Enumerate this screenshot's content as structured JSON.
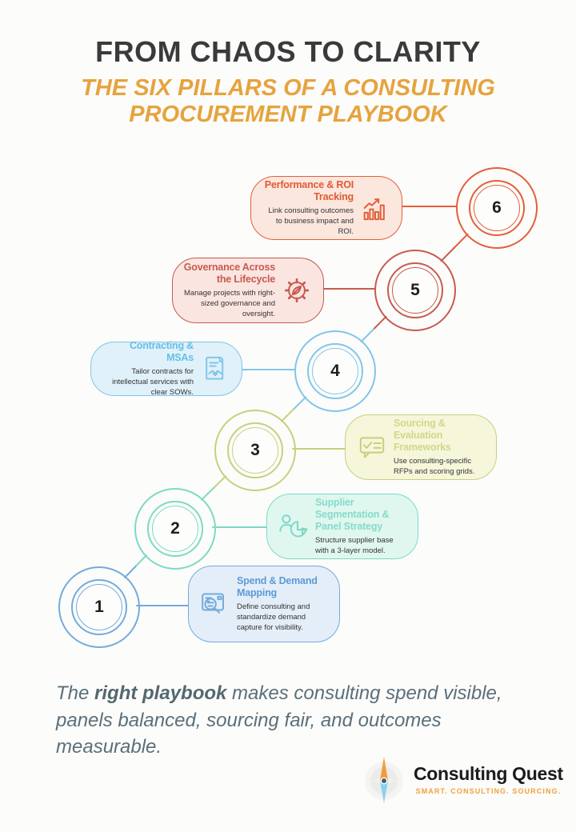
{
  "header": {
    "title": "FROM CHAOS TO CLARITY",
    "subtitle_line1": "THE SIX PILLARS OF A CONSULTING",
    "subtitle_line2": "PROCUREMENT PLAYBOOK",
    "title_color": "#3a3a3a",
    "subtitle_color": "#e6a33e"
  },
  "pillars": [
    {
      "number": "1",
      "title": "Spend & Demand Mapping",
      "description": "Define consulting and standardize demand capture for visibility.",
      "icon": "receipt-magnifier-icon",
      "side": "right",
      "colors": {
        "border": "#74abdc",
        "background": "#e4eef9",
        "title": "#5b9bd5"
      }
    },
    {
      "number": "2",
      "title": "Supplier Segmentation & Panel Strategy",
      "description": "Structure supplier base with a 3-layer model.",
      "icon": "person-pie-chart-icon",
      "side": "right",
      "colors": {
        "border": "#7fd9c5",
        "background": "#e0f7f0",
        "title": "#85dcc9"
      }
    },
    {
      "number": "3",
      "title": "Sourcing & Evaluation Frameworks",
      "description": "Use consulting-specific RFPs and scoring grids.",
      "icon": "checklist-bubble-icon",
      "side": "right",
      "colors": {
        "border": "#c9cf7d",
        "background": "#f5f6da",
        "title": "#d2d889"
      }
    },
    {
      "number": "4",
      "title": "Contracting & MSAs",
      "description": "Tailor contracts for intellectual services with clear SOWs.",
      "icon": "contract-handshake-icon",
      "side": "left",
      "colors": {
        "border": "#82c6e9",
        "background": "#e0f1fa",
        "title": "#66bee8"
      }
    },
    {
      "number": "5",
      "title": "Governance Across the Lifecycle",
      "description": "Manage projects with right-sized governance and oversight.",
      "icon": "gear-leaf-icon",
      "side": "left",
      "colors": {
        "border": "#c75b50",
        "background": "#fae5e1",
        "title": "#c75b50"
      }
    },
    {
      "number": "6",
      "title": "Performance & ROI Tracking",
      "description": "Link consulting outcomes to business impact and ROI.",
      "icon": "bar-chart-arrow-icon",
      "side": "left",
      "colors": {
        "border": "#e2603b",
        "background": "#fbe7de",
        "title": "#e25a33"
      }
    }
  ],
  "closing": {
    "prefix": "The ",
    "bold": "right playbook",
    "suffix": " makes consulting spend visible, panels balanced, sourcing fair, and outcomes measurable.",
    "color": "#5a6f7a"
  },
  "logo": {
    "name": "Consulting Quest",
    "tagline": "SMART. CONSULTING. SOURCING.",
    "tagline_color": "#f0a23c",
    "needle_up_color": "#f09a3e",
    "needle_down_color": "#86d2f2"
  }
}
